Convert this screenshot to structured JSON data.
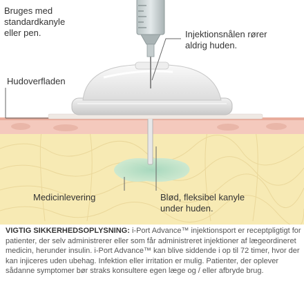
{
  "labels": {
    "pen": "Bruges med\nstandardkanyle\neller pen.",
    "needle": "Injektionsnålen rører\naldrig huden.",
    "skin": "Hudoverfladen",
    "medication": "Medicinlevering",
    "cannula": "Blød, fleksibel kanyle\nunder huden."
  },
  "safety": {
    "heading": "VIGTIG SIKKERHEDSOPLYSNING:",
    "body": " i-Port Advance™ injektionsport er receptpligtigt for patienter, der selv administrerer eller som får administreret injektioner af lægeordineret medicin, herunder insulin. i-Port Advance™ kan blive siddende i op til 72 timer, hvor der kan injiceres uden ubehag. Infektion eller irritation er mulig. Patienter, der oplever sådanne symptomer bør straks konsultere egen læge og / eller afbryde brug."
  },
  "colors": {
    "skin_surface": "#f4c9bd",
    "subcutaneous": "#f7eab4",
    "medication": "#a7d9c3",
    "device": "#e6e6e6",
    "leader_line": "#666666"
  }
}
